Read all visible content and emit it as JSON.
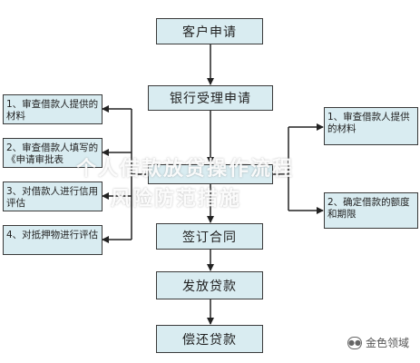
{
  "flow": {
    "main_steps": [
      "客户申请",
      "银行受理申请",
      "",
      "签订合同",
      "发放贷款",
      "偿还贷款"
    ],
    "left_steps": [
      "1、审查借款人提供的材料",
      "2、审查借款人填写的《申请审批表",
      "3、对借款人进行信用评估",
      "4、对抵押物进行评估"
    ],
    "right_steps": [
      "1、审查借款人提供的材料",
      "2、确定借款的额度和期限"
    ]
  },
  "watermark": {
    "line1": "个人借款放贷操作流程",
    "line2": "风险防范措施"
  },
  "brand": {
    "logo_icon": "wechat-icon",
    "name": "金色领域"
  },
  "colors": {
    "box_fill": "#d9ecf1",
    "box_border": "#3a3a3a",
    "arrow": "#222222"
  }
}
